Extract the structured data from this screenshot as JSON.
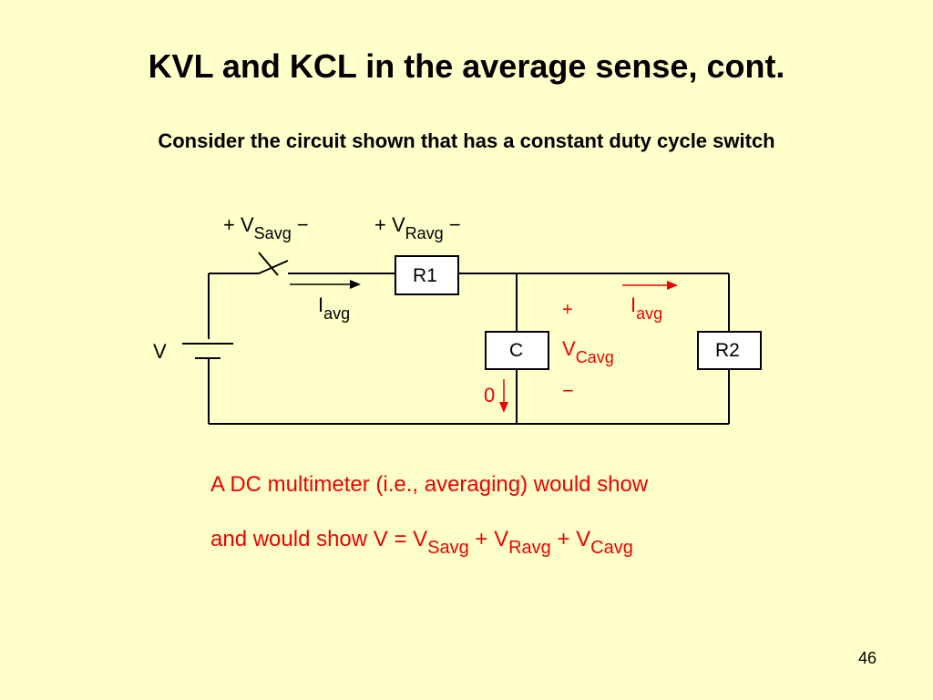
{
  "slide": {
    "title": "KVL and KCL in the average sense, cont.",
    "subtitle": "Consider the circuit shown that has a constant duty cycle switch",
    "page_number": "46"
  },
  "circuit": {
    "source_label": "V",
    "r1_label": "R1",
    "c_label": "C",
    "r2_label": "R2",
    "vsavg": {
      "plus": "+",
      "main": "V",
      "sub": "Savg",
      "minus": "−"
    },
    "vravg": {
      "plus": "+",
      "main": "V",
      "sub": "Ravg",
      "minus": "−"
    },
    "iavg_left": {
      "main": "I",
      "sub": "avg"
    },
    "iavg_right": {
      "main": "I",
      "sub": "avg"
    },
    "cap_current": "0",
    "vcavg": {
      "plus": "+",
      "main": "V",
      "sub": "Cavg",
      "minus": "−"
    }
  },
  "notes": {
    "line1": "A DC multimeter (i.e., averaging) would show",
    "line2": {
      "prefix": "and would show V = V",
      "sub1": "Savg",
      "mid1": " + V",
      "sub2": "Ravg",
      "mid2": " + V",
      "sub3": "Cavg"
    }
  },
  "colors": {
    "background": "#FFFFC9",
    "accent": "#F00000",
    "wire": "#000000"
  }
}
